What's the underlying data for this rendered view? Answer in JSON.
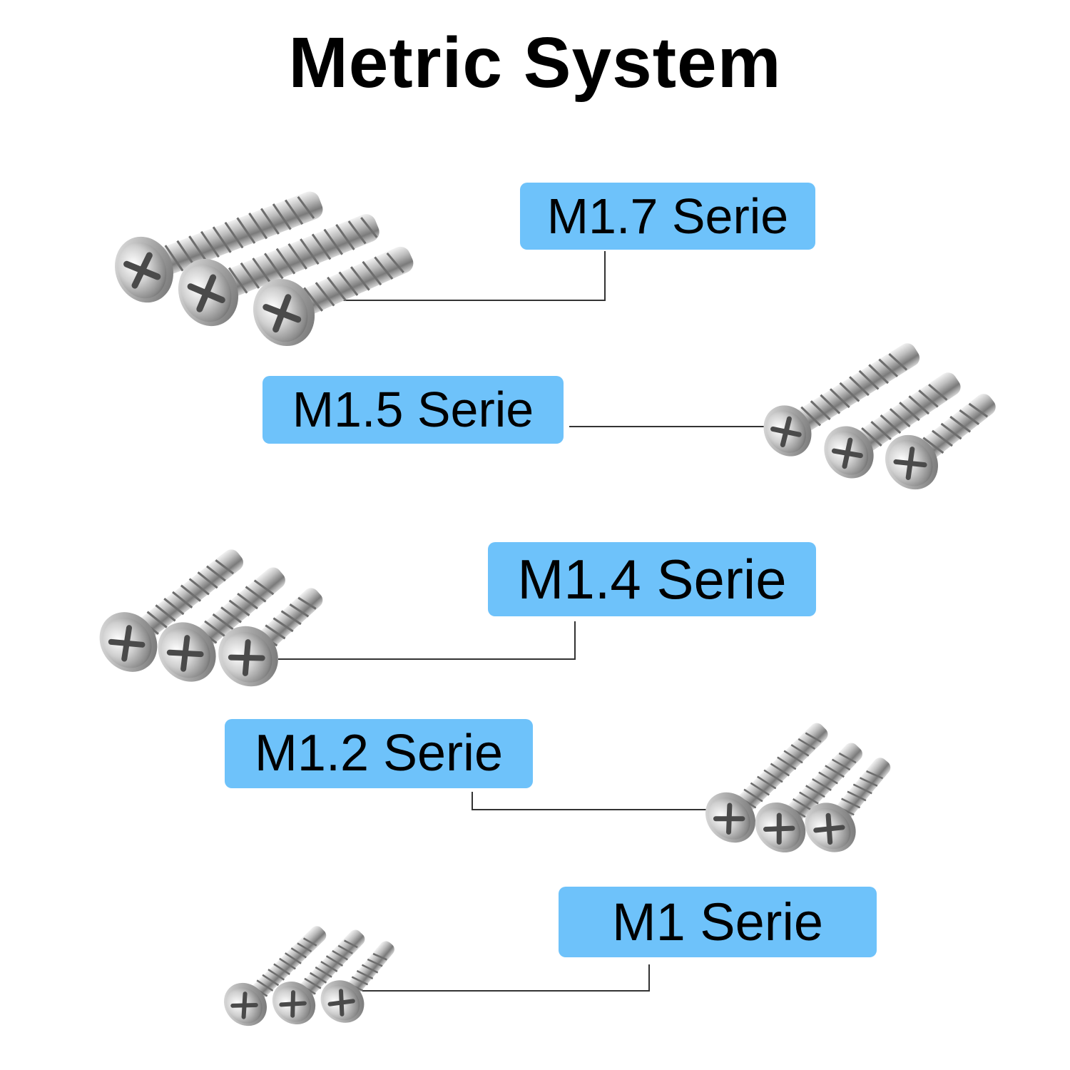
{
  "title": "Metric System",
  "colors": {
    "label_background": "#6ec2fa",
    "label_text": "#000000",
    "leader_line": "#333333",
    "screw_metal": "#c9c9c9"
  },
  "series": [
    {
      "id": "m17",
      "label": "M1.7 Serie",
      "screw_icon": "phillips-pan-head-screw-icon",
      "screw_count": 3
    },
    {
      "id": "m15",
      "label": "M1.5 Serie",
      "screw_icon": "phillips-pan-head-screw-icon",
      "screw_count": 3
    },
    {
      "id": "m14",
      "label": "M1.4 Serie",
      "screw_icon": "phillips-pan-head-screw-icon",
      "screw_count": 3
    },
    {
      "id": "m12",
      "label": "M1.2 Serie",
      "screw_icon": "phillips-pan-head-screw-icon",
      "screw_count": 3
    },
    {
      "id": "m1",
      "label": "M1 Serie",
      "screw_icon": "phillips-pan-head-screw-icon",
      "screw_count": 3
    }
  ]
}
